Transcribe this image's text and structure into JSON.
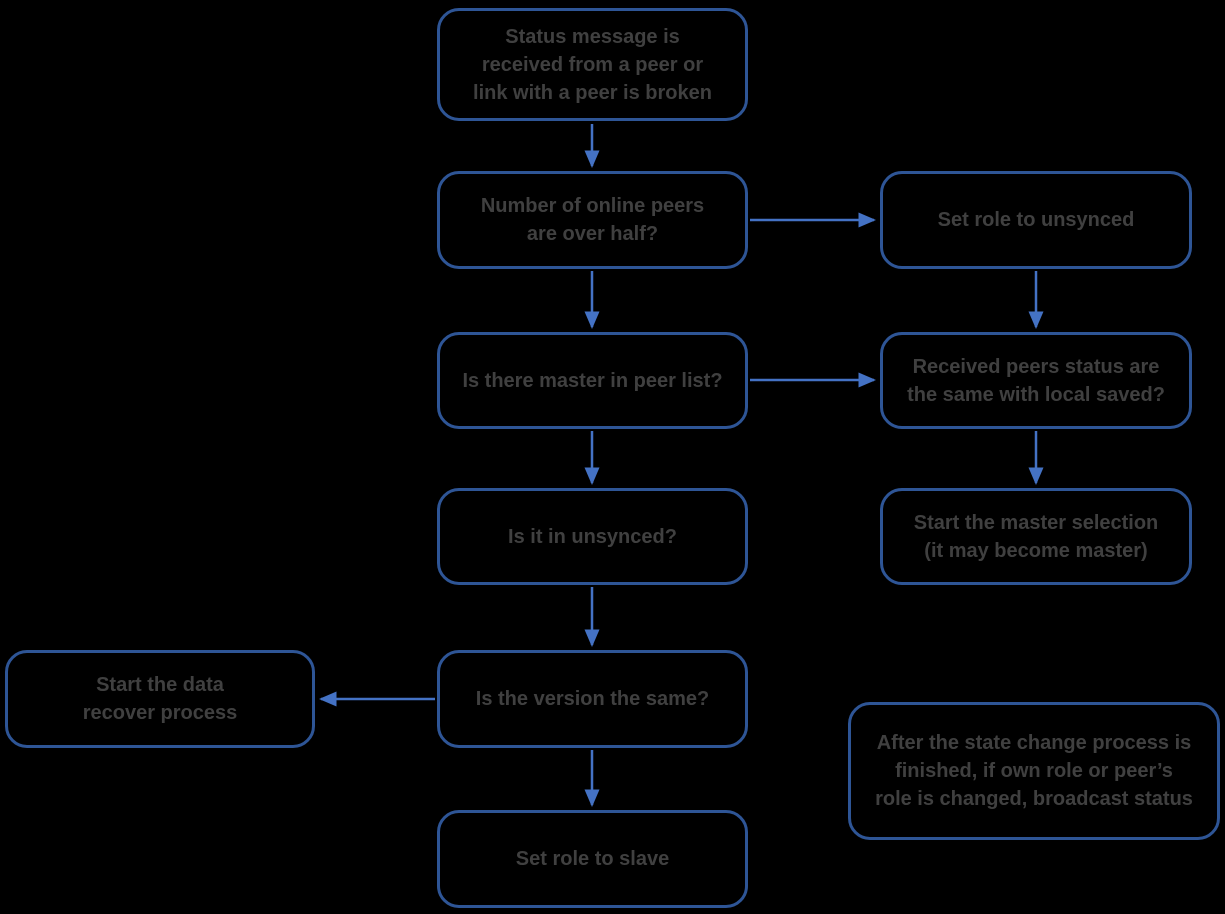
{
  "diagram": {
    "background_color": "#000000",
    "border_color": "#2e5596",
    "arrow_color": "#4472c4",
    "text_color": "#404040",
    "nodes": [
      {
        "id": "status-message",
        "label": "Status message is\nreceived from a peer or\nlink with a peer is broken"
      },
      {
        "id": "online-peers-over-half",
        "label": "Number of online peers\nare over half?"
      },
      {
        "id": "set-role-unsynced",
        "label": "Set role to unsynced"
      },
      {
        "id": "master-in-peer-list",
        "label": "Is there master in peer list?"
      },
      {
        "id": "peers-status-same",
        "label": "Received peers status are\nthe same with local saved?"
      },
      {
        "id": "is-it-unsynced",
        "label": "Is it in unsynced?"
      },
      {
        "id": "start-master-selection",
        "label": "Start the master selection\n(it may become master)"
      },
      {
        "id": "is-version-same",
        "label": "Is the version the same?"
      },
      {
        "id": "start-data-recover",
        "label": "Start the data\nrecover process"
      },
      {
        "id": "set-role-slave",
        "label": "Set role to slave"
      },
      {
        "id": "broadcast-note",
        "label": "After the state change process is\nfinished, if own role or peer’s\nrole is changed, broadcast status"
      }
    ],
    "edges": [
      {
        "from": "status-message",
        "to": "online-peers-over-half"
      },
      {
        "from": "online-peers-over-half",
        "to": "set-role-unsynced"
      },
      {
        "from": "online-peers-over-half",
        "to": "master-in-peer-list"
      },
      {
        "from": "set-role-unsynced",
        "to": "peers-status-same"
      },
      {
        "from": "master-in-peer-list",
        "to": "peers-status-same"
      },
      {
        "from": "master-in-peer-list",
        "to": "is-it-unsynced"
      },
      {
        "from": "peers-status-same",
        "to": "start-master-selection"
      },
      {
        "from": "is-it-unsynced",
        "to": "is-version-same"
      },
      {
        "from": "is-version-same",
        "to": "start-data-recover"
      },
      {
        "from": "is-version-same",
        "to": "set-role-slave"
      }
    ]
  }
}
